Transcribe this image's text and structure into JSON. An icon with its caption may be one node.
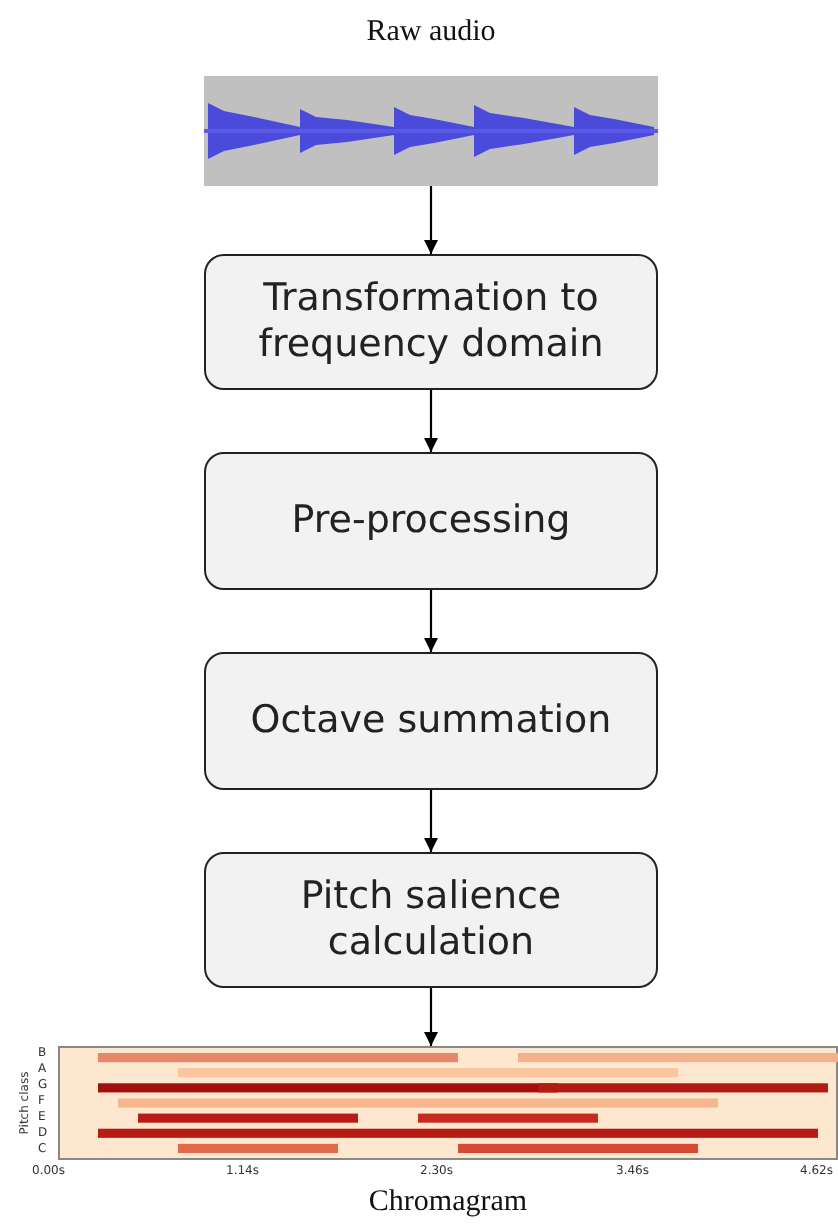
{
  "diagram": {
    "nodes": [
      {
        "text": [
          "Raw audio"
        ]
      },
      {
        "text": [
          "Transformation to frequency domain"
        ]
      },
      {
        "text": [
          "Pre-processing"
        ]
      },
      {
        "text": [
          "Octave summation"
        ]
      },
      {
        "text": [
          "Pitch salience calculation"
        ]
      },
      {
        "text": [
          "Chromagram"
        ]
      }
    ],
    "edges": [
      {
        "from": 0,
        "to": 1,
        "arrow": "to"
      },
      {
        "from": 1,
        "to": 2,
        "arrow": "to"
      },
      {
        "from": 2,
        "to": 3,
        "arrow": "to"
      },
      {
        "from": 3,
        "to": 4,
        "arrow": "to"
      },
      {
        "from": 4,
        "to": 5,
        "arrow": "to"
      }
    ],
    "labels": [
      "B",
      "A",
      "G",
      "F",
      "E",
      "D",
      "C",
      "Pitch class",
      "0.00s",
      "1.14s",
      "2.30s",
      "3.46s",
      "4.62s"
    ]
  }
}
